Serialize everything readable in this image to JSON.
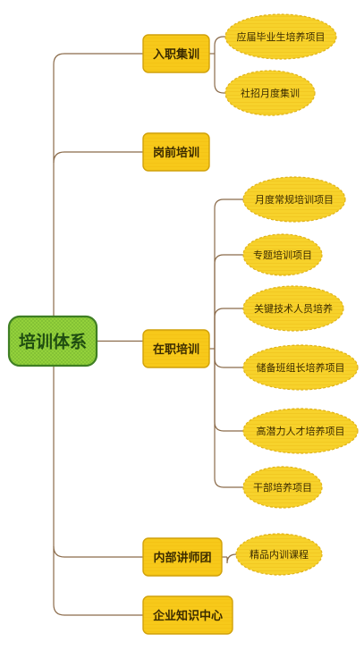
{
  "root": {
    "label": "培训体系",
    "color": "#8ccf3c"
  },
  "branches": [
    {
      "id": "onboarding",
      "label": "入职集训",
      "children": [
        {
          "label": "应届毕业生培养项目"
        },
        {
          "label": "社招月度集训"
        }
      ]
    },
    {
      "id": "pre-job",
      "label": "岗前培训",
      "children": []
    },
    {
      "id": "on-job",
      "label": "在职培训",
      "children": [
        {
          "label": "月度常规培训项目"
        },
        {
          "label": "专题培训项目"
        },
        {
          "label": "关键技术人员培养"
        },
        {
          "label": "储备班组长培养项目"
        },
        {
          "label": "高潜力人才培养项目"
        },
        {
          "label": "干部培养项目"
        }
      ]
    },
    {
      "id": "lecturers",
      "label": "内部讲师团",
      "children": [
        {
          "label": "精品内训课程"
        }
      ]
    },
    {
      "id": "knowledge",
      "label": "企业知识中心",
      "children": []
    }
  ],
  "colors": {
    "line": "#8b6b4a",
    "branch_fill": "#f7c91a",
    "branch_stroke": "#d1a10a",
    "leaf_fill": "#f7d22b",
    "leaf_stroke": "#e0b319",
    "root_fill": "#93d13b",
    "root_stroke": "#3f7f23",
    "text_dark": "#3b2b00",
    "root_text": "#1f4d11"
  }
}
